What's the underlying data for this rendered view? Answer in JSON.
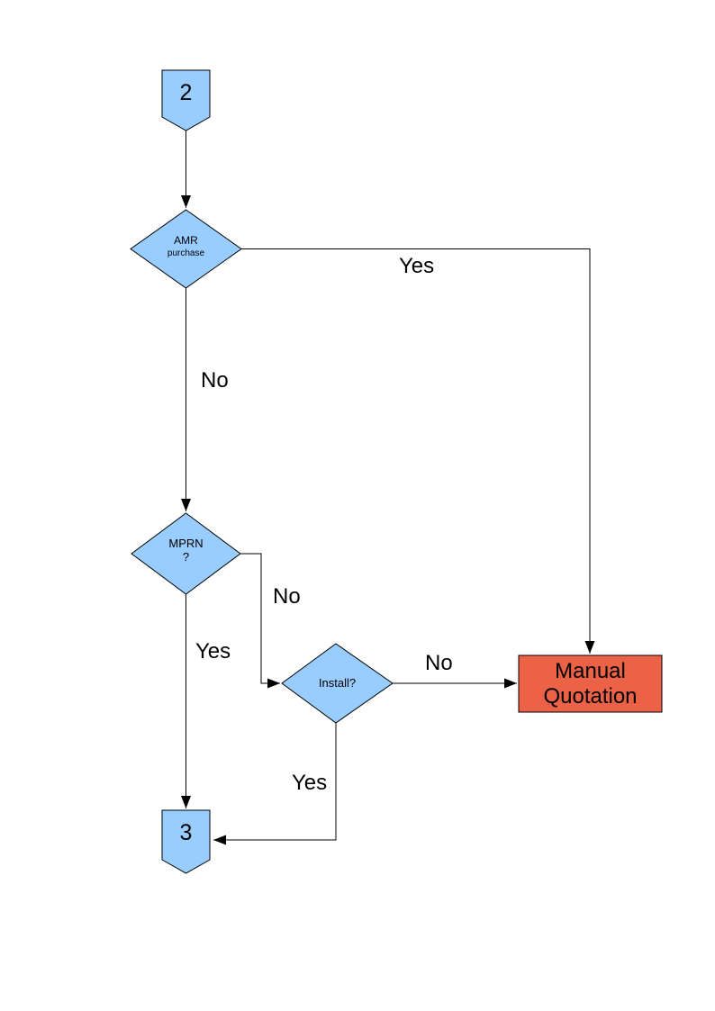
{
  "diagram": {
    "nodes": {
      "connector_2": {
        "label": "2"
      },
      "amr_decision": {
        "line1": "AMR",
        "line2": "purchase"
      },
      "mprn_decision": {
        "line1": "MPRN",
        "line2": "?"
      },
      "install_decision": {
        "label": "Install?"
      },
      "manual_quotation": {
        "line1": "Manual",
        "line2": "Quotation"
      },
      "connector_3": {
        "label": "3"
      }
    },
    "edge_labels": {
      "amr_yes": "Yes",
      "amr_no": "No",
      "mprn_no": "No",
      "mprn_yes": "Yes",
      "install_no": "No",
      "install_yes": "Yes"
    },
    "colors": {
      "shape_fill": "#99CCFF",
      "shape_stroke": "#000000",
      "manual_quotation_fill": "#EB6246",
      "edge_color": "#000000",
      "background": "#FFFFFF"
    }
  }
}
